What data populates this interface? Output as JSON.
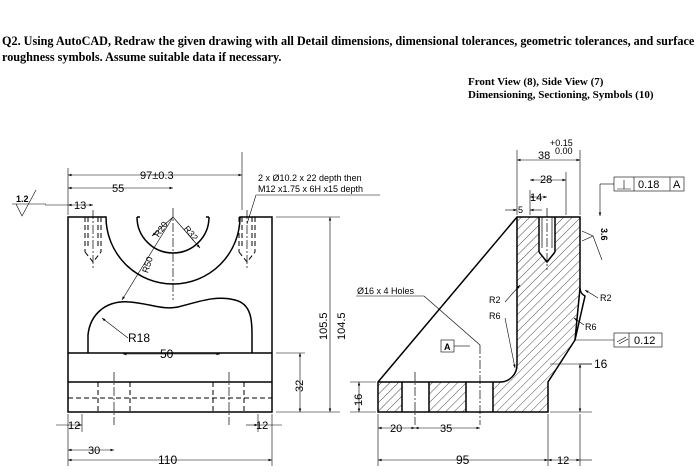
{
  "header": {
    "question_line1": "Q2. Using AutoCAD, Redraw the given drawing with all Detail dimensions, dimensional tolerances, geometric tolerances, and surface",
    "question_line2": "roughness symbols. Assume suitable data if necessary.",
    "marks_line1": "Front View (8), Side View (7)",
    "marks_line2": "Dimensioning, Sectioning, Symbols (10)"
  },
  "front_view": {
    "dim_width_tol": "97±0.3",
    "dim_55": "55",
    "dim_13": "13",
    "roughness_value": "1.2",
    "hole_note_line1": "2 x Ø10.2 x 22 depth then",
    "hole_note_line2": "M12 x1.75 x 6H x15 depth",
    "radius_r20": "R20",
    "radius_r32": "R32",
    "radius_r50": "R50",
    "radius_r18": "R18",
    "dim_50": "50",
    "dim_105_5": "105.5",
    "dim_104_5": "104.5",
    "dim_32": "32",
    "dim_12_left": "12",
    "dim_12_right": "12",
    "dim_30": "30",
    "dim_110": "110"
  },
  "side_view": {
    "dim_38": "38",
    "tol_upper": "+0.15",
    "tol_lower": "0.00",
    "dim_28": "28",
    "dim_14": "14",
    "dim_5": "5",
    "perp_tolerance": "0.18",
    "perp_datum": "A",
    "roughness_value": "3.6",
    "hole_note": "Ø16 x 4 Holes",
    "radius_r2_inner": "R2",
    "radius_r6_inner": "R6",
    "radius_r2_outer": "R2",
    "radius_r6_outer": "R6",
    "datum_label": "A",
    "par_tolerance": "0.12",
    "dim_16_right": "16",
    "dim_16_left": "16",
    "dim_20": "20",
    "dim_35": "35",
    "dim_95": "95",
    "dim_12": "12"
  }
}
